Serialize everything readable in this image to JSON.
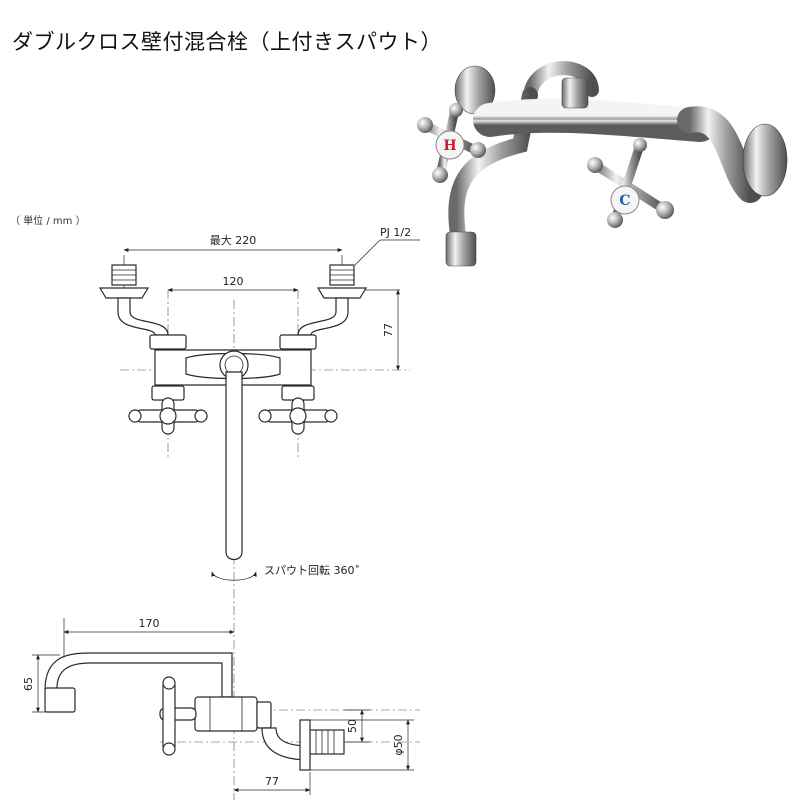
{
  "title": "ダブルクロス壁付混合栓（上付きスパウト）",
  "unit_label": "（ 単位 / mm ）",
  "front_view": {
    "max_width_label": "最大 220",
    "center_distance_label": "120",
    "thread_label": "PJ 1/2",
    "height_label": "77",
    "rotation_label": "スパウト回転 360˚"
  },
  "side_view": {
    "spout_reach_label": "170",
    "spout_height_label": "65",
    "thread_offset_label": "50",
    "flange_diameter_label": "φ50",
    "wall_depth_label": "77"
  },
  "photo": {
    "hot_mark": "H",
    "cold_mark": "C",
    "hot_color": "#d01a2a",
    "cold_color": "#1f5fa8"
  }
}
